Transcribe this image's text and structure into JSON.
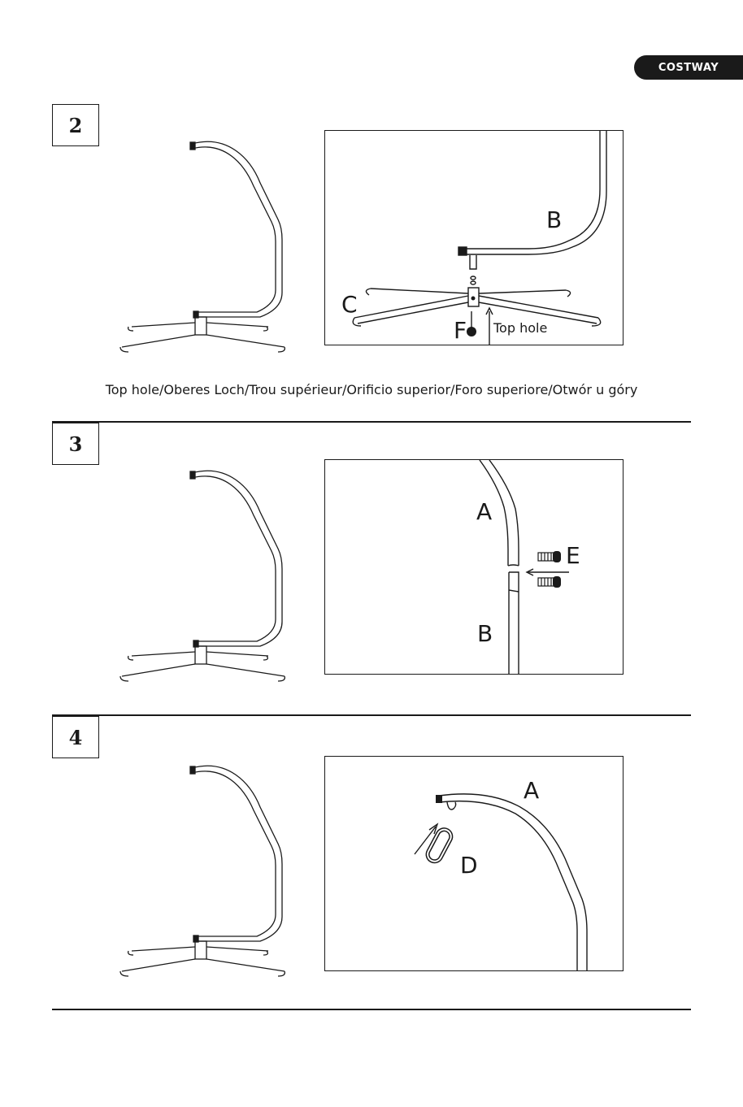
{
  "brand": {
    "name": "COSTWAY"
  },
  "steps": [
    {
      "number": "2",
      "labels": {
        "b": "B",
        "c": "C",
        "f": "F"
      },
      "callout": "Top hole",
      "caption": "Top hole/Oberes Loch/Trou supérieur/Orificio superior/Foro superiore/Otwór u góry"
    },
    {
      "number": "3",
      "labels": {
        "a": "A",
        "b": "B",
        "e": "E"
      }
    },
    {
      "number": "4",
      "labels": {
        "a": "A",
        "d": "D"
      }
    }
  ],
  "colors": {
    "ink": "#1a1a1a",
    "brand_bg": "#1a1a1a",
    "brand_text": "#ffffff"
  },
  "icons": [
    "stand-frame-icon",
    "bolt-icon",
    "carabiner-icon",
    "arrow-icon"
  ]
}
